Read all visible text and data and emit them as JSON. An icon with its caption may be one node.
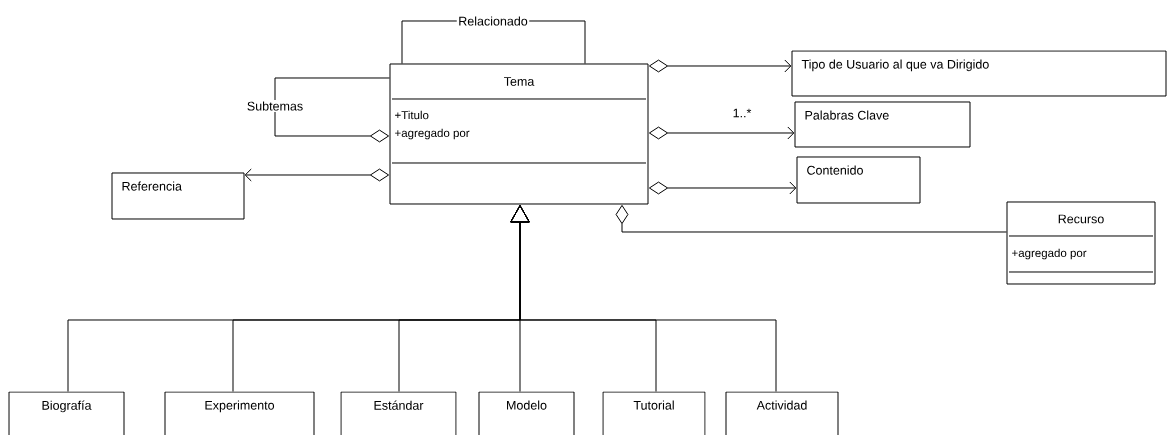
{
  "diagram": {
    "nodes": [
      {
        "text": [
          "Tema",
          "+Titulo",
          "+agregado por"
        ]
      },
      {
        "text": [
          "Tipo de Usuario al que va  Dirigido"
        ]
      },
      {
        "text": [
          "Palabras Clave"
        ]
      },
      {
        "text": [
          "Contenido"
        ]
      },
      {
        "text": [
          "Referencia"
        ]
      },
      {
        "text": [
          "Recurso",
          "+agregado por"
        ]
      },
      {
        "text": [
          "Biografía"
        ]
      },
      {
        "text": [
          "Experimento"
        ]
      },
      {
        "text": [
          "Estándar"
        ]
      },
      {
        "text": [
          "Modelo"
        ]
      },
      {
        "text": [
          "Tutorial"
        ]
      },
      {
        "text": [
          "Actividad"
        ]
      }
    ],
    "edges": [
      {
        "from": 0,
        "to": 0,
        "arrow": "none",
        "label": "Relacionado"
      },
      {
        "from": 0,
        "to": 0,
        "arrow": "other",
        "label": "Subtemas"
      },
      {
        "from": 0,
        "to": 1,
        "arrow": "to"
      },
      {
        "from": 0,
        "to": 2,
        "arrow": "to",
        "label": "1..*"
      },
      {
        "from": 0,
        "to": 3,
        "arrow": "to"
      },
      {
        "from": 0,
        "to": 4,
        "arrow": "to"
      },
      {
        "from": 0,
        "to": 5,
        "arrow": "other"
      },
      {
        "from": 6,
        "to": 0,
        "arrow": "to"
      },
      {
        "from": 7,
        "to": 0,
        "arrow": "to"
      },
      {
        "from": 8,
        "to": 0,
        "arrow": "to"
      },
      {
        "from": 9,
        "to": 0,
        "arrow": "to"
      },
      {
        "from": 10,
        "to": 0,
        "arrow": "to"
      },
      {
        "from": 11,
        "to": 0,
        "arrow": "to"
      }
    ]
  }
}
